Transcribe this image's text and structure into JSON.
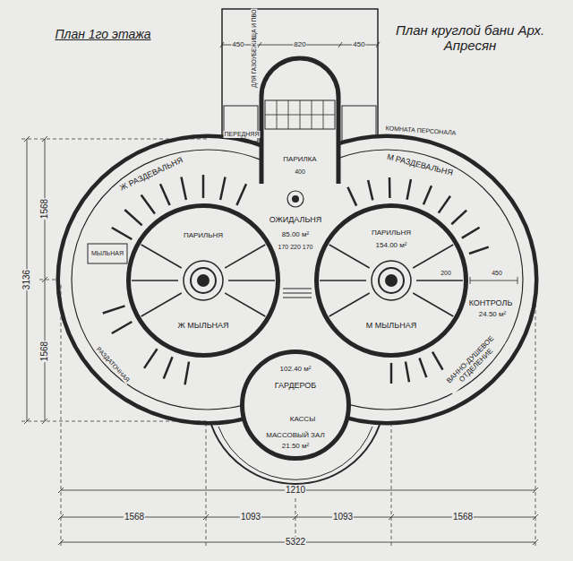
{
  "diagram": {
    "title": "План круглой бани Арх. Апресян",
    "nodes": [
      {
        "text": [
          "ПАРИЛЬНЯ",
          "Ж МЫЛЬНАЯ"
        ]
      },
      {
        "text": [
          "ПАРИЛЬНЯ",
          "154.00 м²",
          "М МЫЛЬНАЯ"
        ]
      },
      {
        "text": [
          "102.40 м²",
          "ГАРДЕРОБ",
          "КАССЫ",
          "МАССОВЫЙ ЗАЛ",
          "21.50 м²"
        ]
      }
    ],
    "labels": [
      "План 1го этажа",
      "450",
      "820",
      "450",
      "ДЛЯ ГАЗОУБЕЖИЩА И ПВО",
      "ПЕРЕДНЯЯ",
      "КОМНАТА ПЕРСОНАЛА",
      "ПАРИЛКА",
      "400",
      "Ж РАЗДЕВАЛЬНЯ",
      "М РАЗДЕВАЛЬНЯ",
      "ОЖИДАЛЬНЯ",
      "85.00 м²",
      "170 220 170",
      "МЫЛЬНАЯ",
      "200",
      "450",
      "КОНТРОЛЬ",
      "24.50 м²",
      "РАЗДАТОЧНАЯ",
      "ВАННО-ДУШЕВОЕ ОТДЕЛЕНИЕ",
      "1568",
      "3136",
      "1568",
      "1210",
      "1568",
      "1093",
      "1093",
      "1568",
      "5322"
    ]
  }
}
